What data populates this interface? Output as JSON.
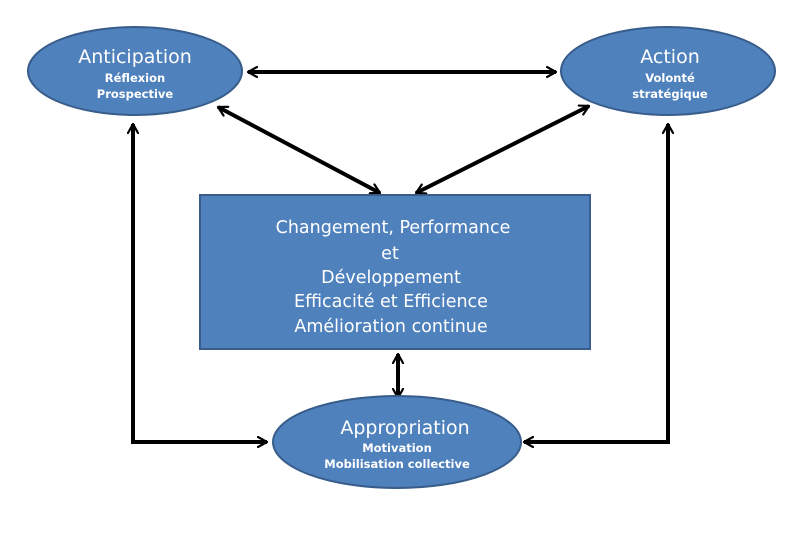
{
  "colors": {
    "fill": "#4F81BD",
    "stroke": "#385D8A",
    "arrow": "#000000",
    "text": "#FFFFFF"
  },
  "nodes": {
    "anticipation": {
      "title": "Anticipation",
      "line1": "Réflexion",
      "line2": "Prospective"
    },
    "action": {
      "title": "Action",
      "line1": "Volonté",
      "line2": "stratégique"
    },
    "appropriation": {
      "title": "Appropriation",
      "line1": "Motivation",
      "line2": "Mobilisation collective"
    }
  },
  "center": {
    "line1": "Changement, Performance",
    "line2": "et",
    "line3": "Développement",
    "line4": "Efficacité et Efficience",
    "line5": "Amélioration continue"
  },
  "connections": [
    {
      "from": "anticipation",
      "to": "action",
      "type": "bidirectional"
    },
    {
      "from": "anticipation",
      "to": "center",
      "type": "bidirectional"
    },
    {
      "from": "action",
      "to": "center",
      "type": "bidirectional"
    },
    {
      "from": "center",
      "to": "appropriation",
      "type": "bidirectional"
    },
    {
      "from": "anticipation",
      "to": "appropriation",
      "type": "bidirectional"
    },
    {
      "from": "action",
      "to": "appropriation",
      "type": "bidirectional"
    }
  ]
}
